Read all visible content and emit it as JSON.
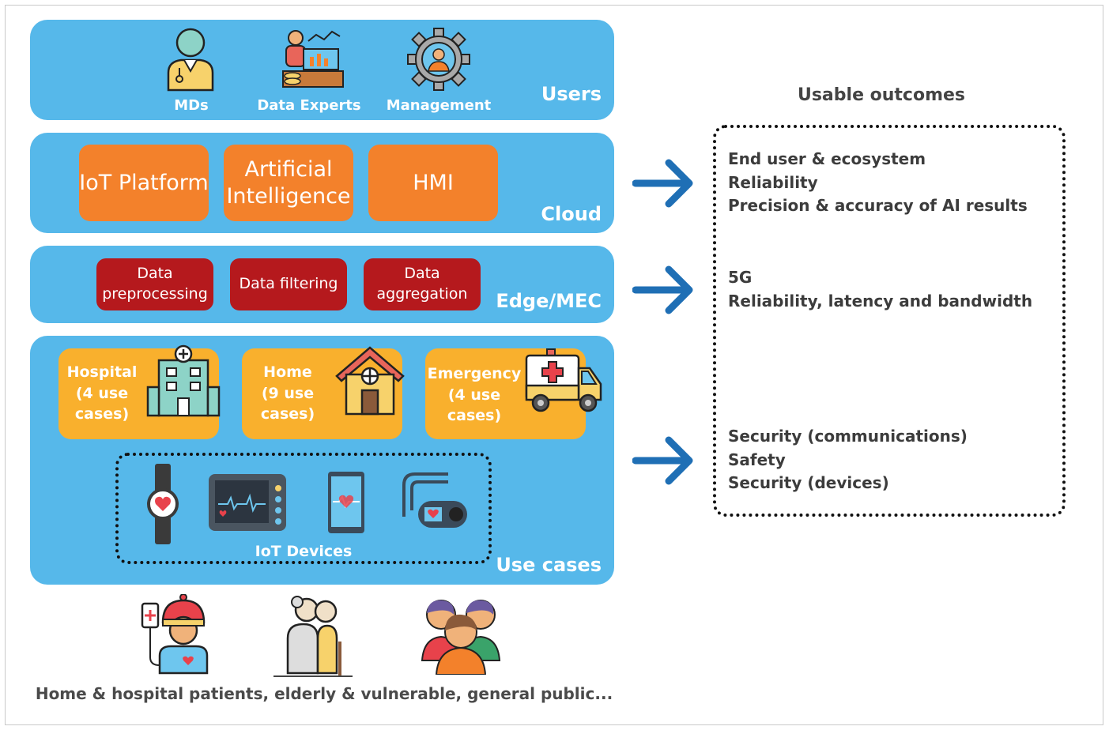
{
  "users": {
    "layer_label": "Users",
    "items": [
      "MDs",
      "Data Experts",
      "Management"
    ]
  },
  "cloud": {
    "layer_label": "Cloud",
    "iot_platform": "IoT Platform",
    "ai_line1": "Artificial",
    "ai_line2": "Intelligence",
    "hmi": "HMI"
  },
  "edge": {
    "layer_label": "Edge/MEC",
    "preprocessing_line1": "Data",
    "preprocessing_line2": "preprocessing",
    "filtering": "Data filtering",
    "aggregation_line1": "Data",
    "aggregation_line2": "aggregation"
  },
  "use_cases": {
    "layer_label": "Use cases",
    "hospital": [
      "Hospital",
      "(4 use",
      "cases)"
    ],
    "home": [
      "Home",
      "(9 use",
      "cases)"
    ],
    "emergency": [
      "Emergency",
      "(4 use",
      "cases)"
    ],
    "devices_label": "IoT Devices"
  },
  "bottom_caption": "Home & hospital patients, elderly & vulnerable, general public...",
  "outcomes": {
    "title": "Usable outcomes",
    "group1": [
      "End user & ecosystem",
      "Reliability",
      "Precision & accuracy of AI results"
    ],
    "group2": [
      "5G",
      "Reliability, latency and bandwidth"
    ],
    "group3": [
      "Security (communications)",
      "Safety",
      "Security (devices)"
    ]
  },
  "colors": {
    "layer": "#56b8ea",
    "cloud_box": "#f3812b",
    "edge_box": "#b5191d",
    "usecase_box": "#f9b02d",
    "arrow": "#1f6fb5"
  },
  "icons": [
    "doctor-icon",
    "data-expert-icon",
    "management-gear-icon",
    "hospital-building-icon",
    "house-icon",
    "ambulance-icon",
    "smartwatch-icon",
    "patient-monitor-icon",
    "smartphone-icon",
    "wearable-sensor-icon",
    "child-patient-icon",
    "elderly-couple-icon",
    "group-people-icon",
    "arrow-right-icon"
  ]
}
